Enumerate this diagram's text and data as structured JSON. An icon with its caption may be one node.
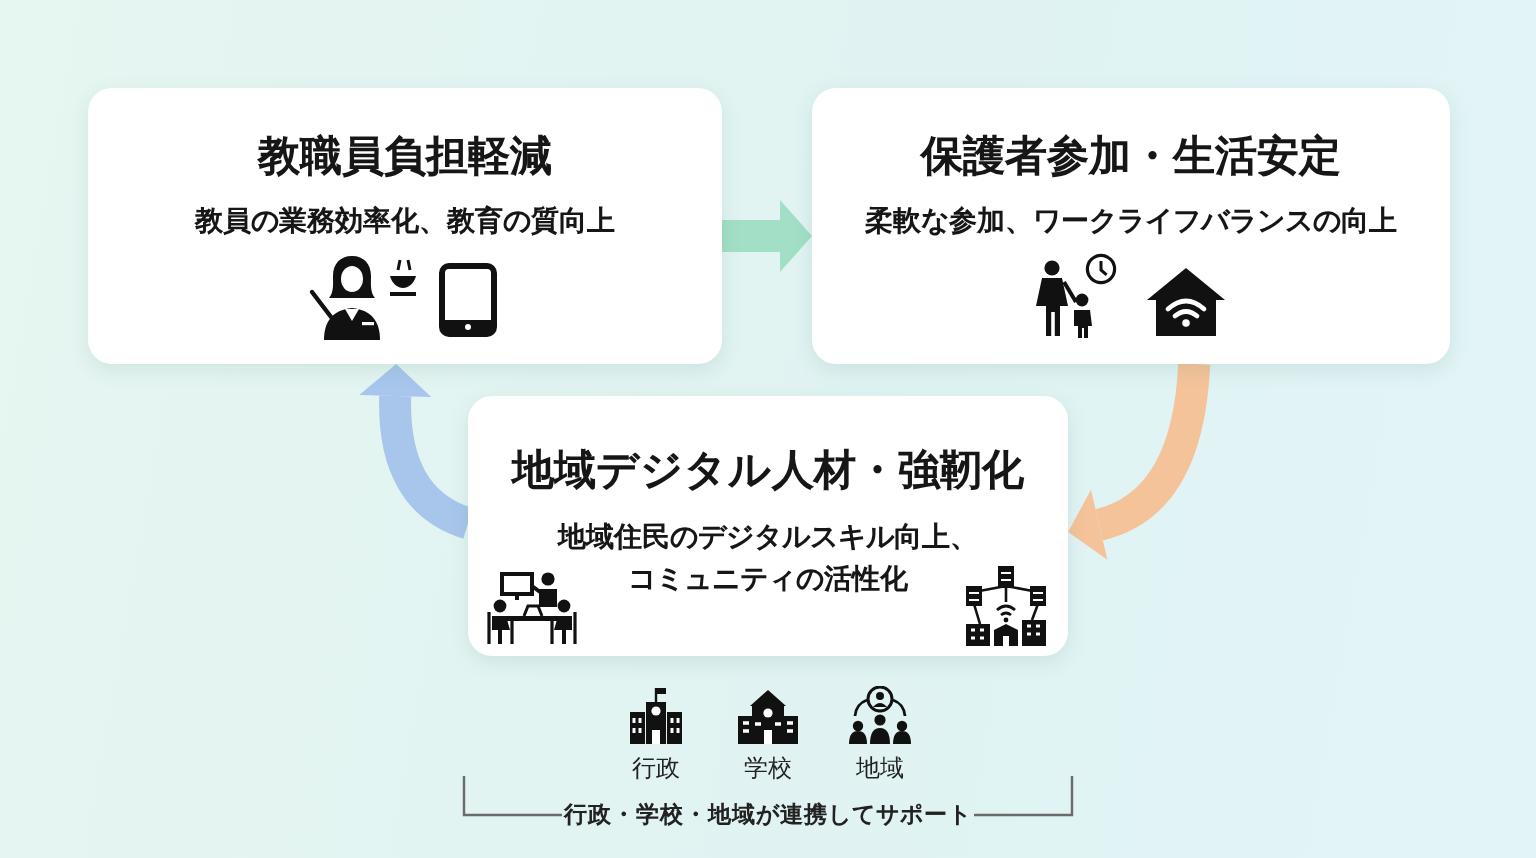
{
  "diagram": {
    "nodes": [
      {
        "text": [
          "教職員負担軽減",
          "教員の業務効率化、教育の質向上"
        ]
      },
      {
        "text": [
          "保護者参加・生活安定",
          "柔軟な参加、ワークライフバランスの向上"
        ]
      },
      {
        "text": [
          "地域デジタル人材・強靭化",
          "地域住民のデジタルスキル向上、コミュニティの活性化"
        ]
      }
    ],
    "edges": [
      {
        "from": 0,
        "to": 1,
        "arrow": "to",
        "color": "#a3dfc6"
      },
      {
        "from": 1,
        "to": 2,
        "arrow": "to",
        "color": "#f5c39a"
      },
      {
        "from": 2,
        "to": 0,
        "arrow": "to",
        "color": "#a8c6ec"
      }
    ],
    "labels": [
      "行政",
      "学校",
      "地域",
      "行政・学校・地域が連携してサポート"
    ]
  }
}
